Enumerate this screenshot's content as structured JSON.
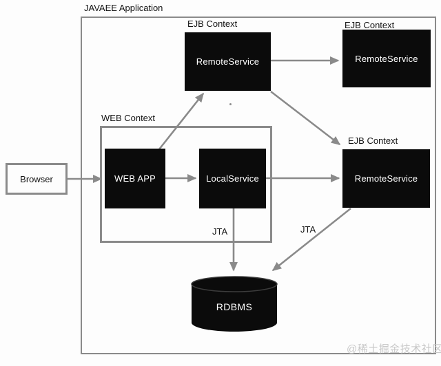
{
  "diagram": {
    "title": "JAVAEE Application",
    "browser": {
      "label": "Browser"
    },
    "web_context": {
      "label": "WEB Context",
      "web_app": "WEB APP",
      "local_service": "LocalService"
    },
    "ejb_contexts": [
      {
        "label": "EJB Context",
        "service": "RemoteService"
      },
      {
        "label": "EJB Context",
        "service": "RemoteService"
      },
      {
        "label": "EJB Context",
        "service": "RemoteService"
      }
    ],
    "rdbms": {
      "label": "RDBMS"
    },
    "jta": {
      "left": "JTA",
      "right": "JTA"
    },
    "watermark": "@稀土掘金技术社区",
    "colors": {
      "line": "#8a8a8a",
      "node_bg": "#0b0b0b",
      "node_text": "#ffffff",
      "watermark": "#c8c8c8"
    }
  }
}
